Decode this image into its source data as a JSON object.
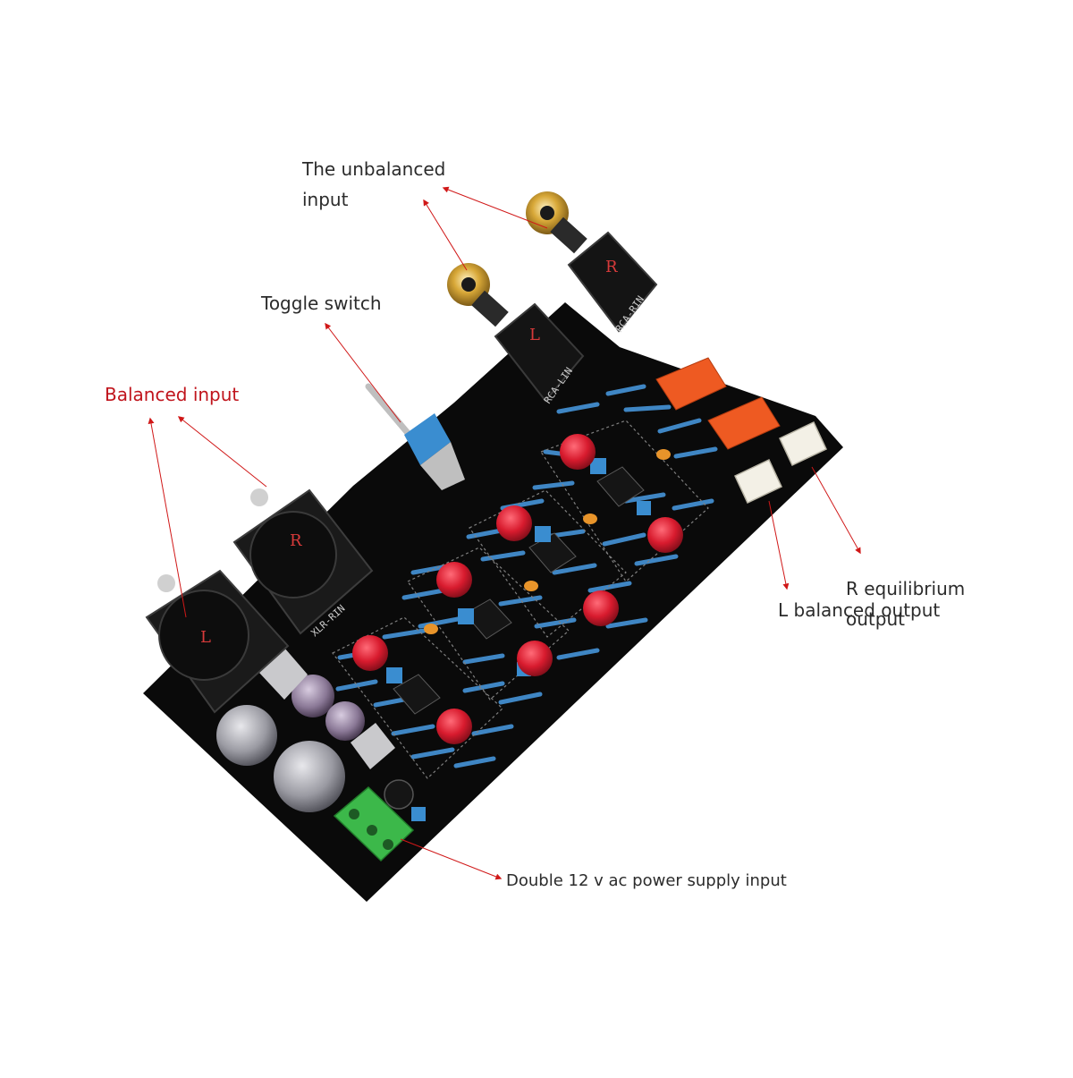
{
  "labels": {
    "unbalanced_input": "The unbalanced input",
    "toggle_switch": "Toggle switch",
    "balanced_input": "Balanced input",
    "r_output": "R equilibrium output",
    "l_output": "L balanced output",
    "power_input": "Double 12 v ac power supply input"
  },
  "board_marks": {
    "rca_r": "R",
    "rca_l": "L",
    "rca_rin": "RCA-RIN",
    "rca_lin": "RCA-LIN",
    "xlr_r": "R",
    "xlr_l": "L",
    "xlr_rin": "XLR-RIN"
  },
  "colors": {
    "annotation_text": "#2b2b2b",
    "annotation_accent": "#c0141c",
    "arrow": "#d01818",
    "board": "#0a0a0a"
  }
}
